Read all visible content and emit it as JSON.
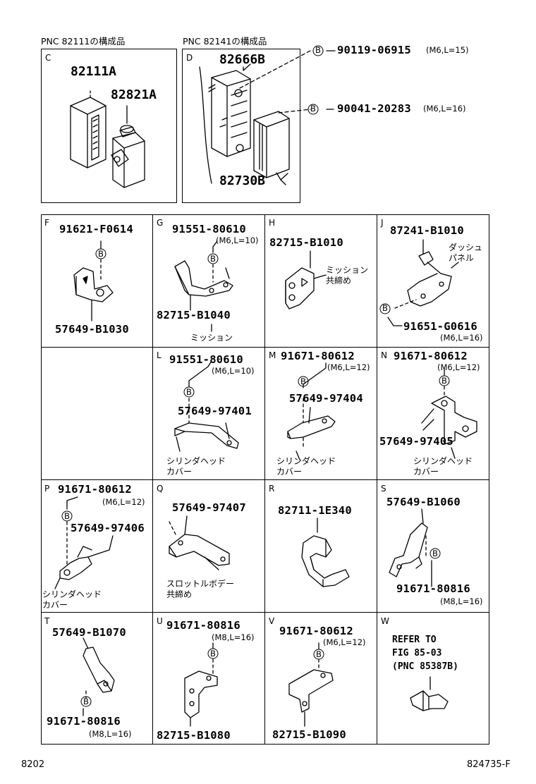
{
  "header": {
    "left_caption": "PNC 82111の構成品",
    "right_caption": "PNC 82141の構成品"
  },
  "panel_C": {
    "letter": "C",
    "part_main": "82111A",
    "part_sub": "82821A"
  },
  "panel_D": {
    "letter": "D",
    "part_top": "82666B",
    "part_bottom": "82730B"
  },
  "bolts_top": [
    {
      "marker": "B",
      "part": "90119-06915",
      "spec": "(M6,L=15)"
    },
    {
      "marker": "B",
      "part": "90041-20283",
      "spec": "(M6,L=16)"
    }
  ],
  "cells": {
    "F": {
      "letter": "F",
      "part_top": "91621-F0614",
      "part_bottom": "57649-B1030",
      "marker": "B"
    },
    "G": {
      "letter": "G",
      "part_top": "91551-80610",
      "spec": "(M6,L=10)",
      "part_bottom": "82715-B1040",
      "note": "ミッション",
      "marker": "B"
    },
    "H": {
      "letter": "H",
      "part_top": "82715-B1010",
      "note": "ミッション\n共締め"
    },
    "J": {
      "letter": "J",
      "part_top": "87241-B1010",
      "note": "ダッシュ\nパネル",
      "part_bottom": "91651-G0616",
      "spec": "(M6,L=16)",
      "marker": "B"
    },
    "L": {
      "letter": "L",
      "part_top": "91551-80610",
      "spec": "(M6,L=10)",
      "part_mid": "57649-97401",
      "note": "シリンダヘッド\nカバー",
      "marker": "B"
    },
    "M": {
      "letter": "M",
      "part_top": "91671-80612",
      "spec": "(M6,L=12)",
      "part_mid": "57649-97404",
      "note": "シリンダヘッド\nカバー",
      "marker": "B"
    },
    "N": {
      "letter": "N",
      "part_top": "91671-80612",
      "spec": "(M6,L=12)",
      "part_mid": "57649-97405",
      "note": "シリンダヘッド\nカバー",
      "marker": "B"
    },
    "P": {
      "letter": "P",
      "part_top": "91671-80612",
      "spec": "(M6,L=12)",
      "part_mid": "57649-97406",
      "note": "シリンダヘッド\nカバー",
      "marker": "B"
    },
    "Q": {
      "letter": "Q",
      "part_top": "57649-97407",
      "note": "スロットルボデー\n共締め"
    },
    "R": {
      "letter": "R",
      "part_top": "82711-1E340"
    },
    "S": {
      "letter": "S",
      "part_top": "57649-B1060",
      "part_bottom": "91671-80816",
      "spec": "(M8,L=16)",
      "marker": "B"
    },
    "T": {
      "letter": "T",
      "part_top": "57649-B1070",
      "part_bottom": "91671-80816",
      "spec": "(M8,L=16)",
      "marker": "B"
    },
    "U": {
      "letter": "U",
      "part_top": "91671-80816",
      "spec": "(M8,L=16)",
      "part_bottom": "82715-B1080",
      "marker": "B"
    },
    "V": {
      "letter": "V",
      "part_top": "91671-80612",
      "spec": "(M6,L=12)",
      "part_bottom": "82715-B1090",
      "marker": "B"
    },
    "W": {
      "letter": "W",
      "ref_line1": "REFER TO",
      "ref_line2": "FIG 85-03",
      "ref_line3": "(PNC 85387B)"
    }
  },
  "footer": {
    "left": "8202",
    "right": "824735-F"
  }
}
